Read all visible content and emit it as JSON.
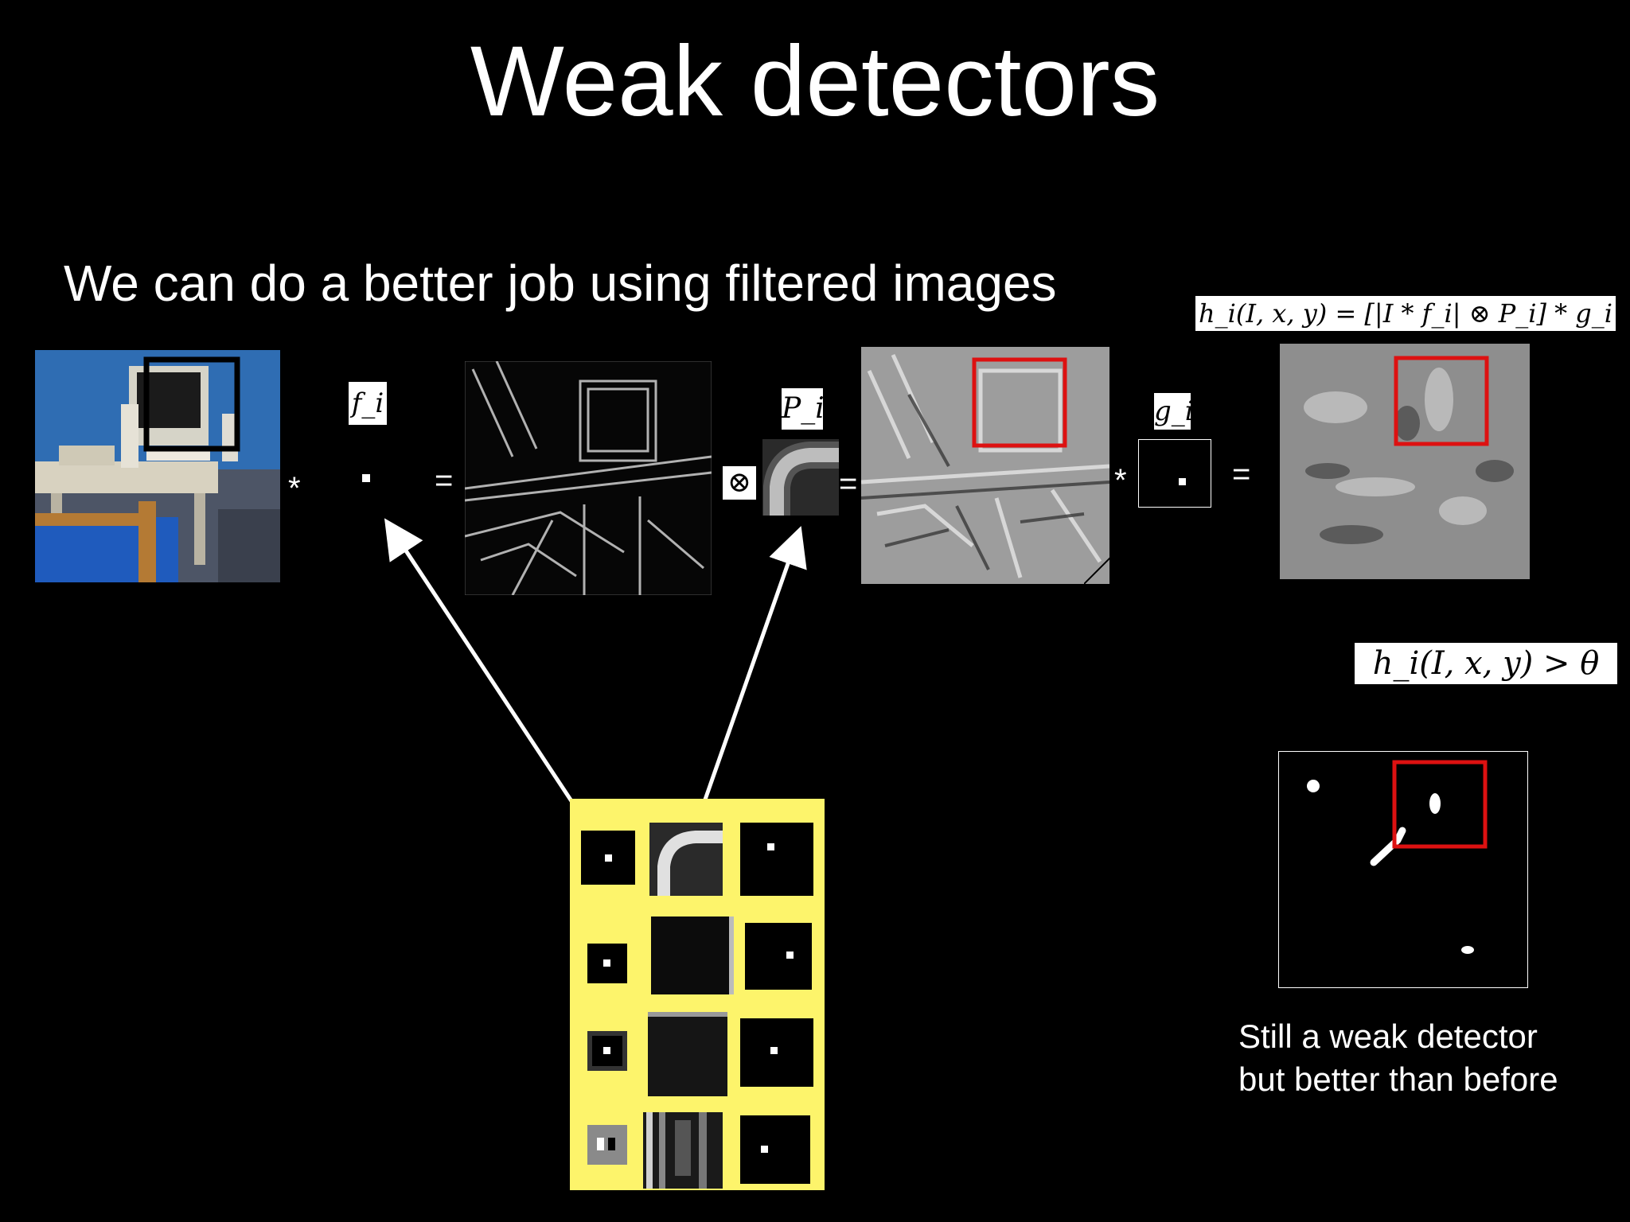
{
  "slide": {
    "title": "Weak detectors",
    "subtitle": "We can do a better job using filtered images",
    "formula": "h_i(I, x, y) = [|I * f_i| ⊗ P_i] * g_i",
    "threshold": "h_i(I, x, y) > θ",
    "symbols": {
      "f": "f_i",
      "p": "P_i",
      "g": "g_i",
      "star": "*",
      "equals": "=",
      "otimes": "⊗"
    },
    "caption_line1": "Still a weak detector",
    "caption_line2": "but better than before"
  },
  "colors": {
    "background": "#000000",
    "highlight_box": "#dd1111",
    "panel_yellow": "#fdf46b",
    "room_wall_blue": "#2f6db3"
  }
}
